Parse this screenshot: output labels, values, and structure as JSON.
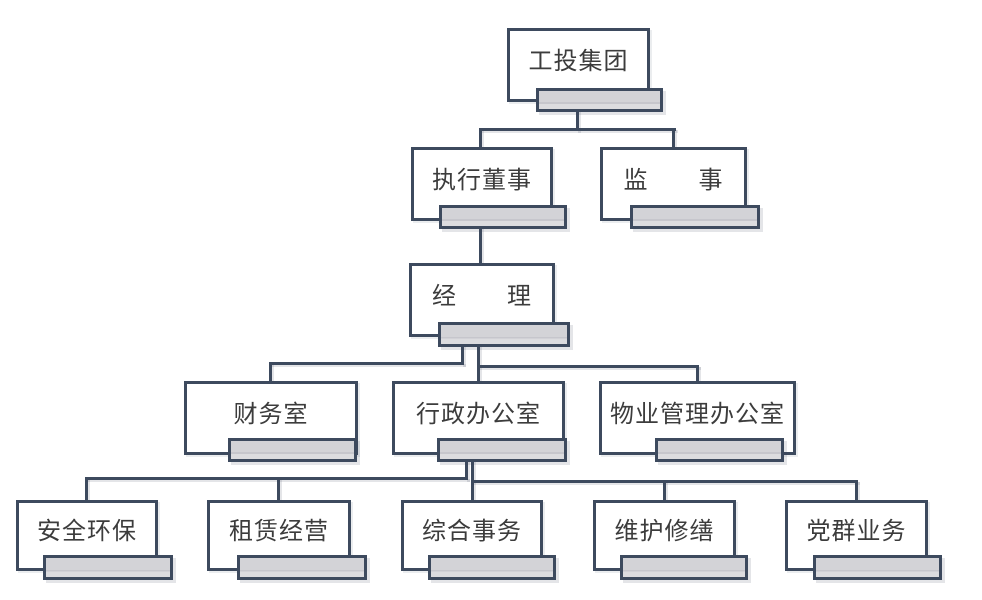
{
  "diagram": {
    "type": "org-chart",
    "palette": {
      "line": "#3d4a5e",
      "node_border": "#3d4a5e",
      "node_fill": "#ffffff",
      "tray_fill": "#d3d3d7",
      "tray_fill_light": "#dcdcdf",
      "tray_divider": "#c6c6cc",
      "text": "#3c3c3c",
      "background": "#ffffff"
    },
    "nodes": [
      {
        "id": "gongtou-group",
        "label": "工投集团",
        "level": 1,
        "parent": null
      },
      {
        "id": "executive-director",
        "label": "执行董事",
        "level": 2,
        "parent": "gongtou-group"
      },
      {
        "id": "supervisor",
        "label": "监　　事",
        "level": 2,
        "parent": "gongtou-group"
      },
      {
        "id": "manager",
        "label": "经　　理",
        "level": 3,
        "parent": "executive-director"
      },
      {
        "id": "finance-office",
        "label": "财务室",
        "level": 4,
        "parent": "manager"
      },
      {
        "id": "admin-office",
        "label": "行政办公室",
        "level": 4,
        "parent": "manager"
      },
      {
        "id": "property-management-office",
        "label": "物业管理办公室",
        "level": 4,
        "parent": "manager"
      },
      {
        "id": "safety-environment",
        "label": "安全环保",
        "level": 5,
        "parent": "admin-office"
      },
      {
        "id": "leasing-operation",
        "label": "租赁经营",
        "level": 5,
        "parent": "admin-office"
      },
      {
        "id": "general-affairs",
        "label": "综合事务",
        "level": 5,
        "parent": "admin-office"
      },
      {
        "id": "maintenance-repair",
        "label": "维护修缮",
        "level": 5,
        "parent": "admin-office"
      },
      {
        "id": "party-mass-affairs",
        "label": "党群业务",
        "level": 5,
        "parent": "admin-office"
      }
    ]
  }
}
